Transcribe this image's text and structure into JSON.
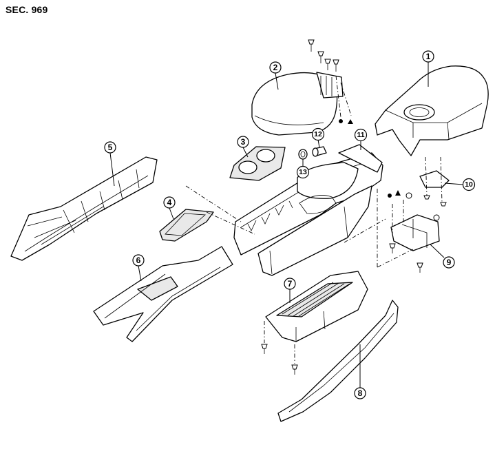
{
  "section": "SEC. 969",
  "callouts": {
    "c1": "1",
    "c2": "2",
    "c3": "3",
    "c4": "4",
    "c5": "5",
    "c6": "6",
    "c7": "7",
    "c8": "8",
    "c9": "9",
    "c10": "10",
    "c11": "11",
    "c12": "12",
    "c13": "13"
  },
  "colors": {
    "line": "#000000",
    "background": "#ffffff",
    "shade": "#e9e9e9"
  }
}
